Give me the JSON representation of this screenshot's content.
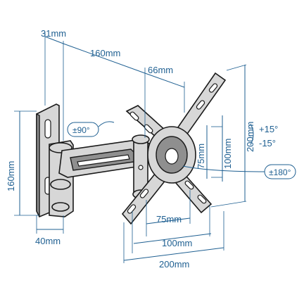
{
  "dimensions": {
    "offset_top": "31mm",
    "arm_length": "160mm",
    "plate_offset": "66mm",
    "wall_height": "160mm",
    "wall_width": "40mm",
    "vesa_h_75": "75mm",
    "vesa_h_100": "100mm",
    "vesa_h_200": "200mm",
    "vesa_v_75": "75mm",
    "vesa_v_100": "100mm",
    "vesa_v_200": "200mm"
  },
  "angles": {
    "swivel": "±90°",
    "rotate": "±180°",
    "tilt_up": "+15°",
    "tilt_down": "-15°"
  },
  "colors": {
    "dimension": "#1e5f91",
    "metal": "#d7d7d7",
    "outline": "#1a1a1a"
  }
}
